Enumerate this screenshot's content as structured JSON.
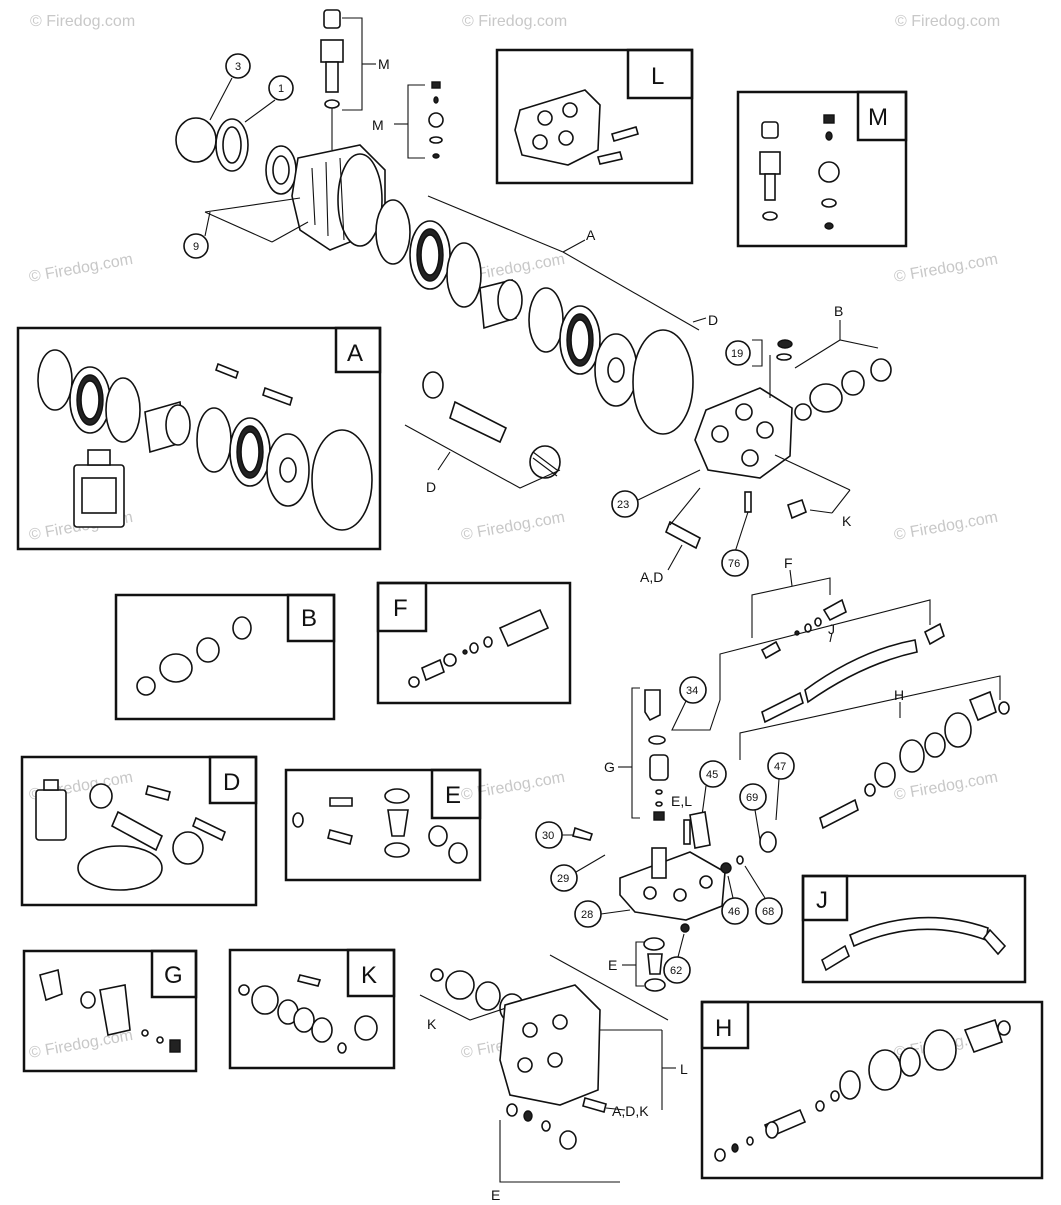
{
  "watermark": "© Firedog.com",
  "kit_boxes": [
    {
      "letter": "A"
    },
    {
      "letter": "B"
    },
    {
      "letter": "D"
    },
    {
      "letter": "E"
    },
    {
      "letter": "F"
    },
    {
      "letter": "G"
    },
    {
      "letter": "H"
    },
    {
      "letter": "J"
    },
    {
      "letter": "K"
    },
    {
      "letter": "L"
    },
    {
      "letter": "M"
    }
  ],
  "part_numbers": [
    "3",
    "1",
    "9",
    "19",
    "23",
    "76",
    "34",
    "45",
    "47",
    "69",
    "30",
    "29",
    "28",
    "46",
    "68",
    "62"
  ],
  "callout_letters": {
    "m_top": "M",
    "m_mid": "M",
    "a": "A",
    "d_upper": "D",
    "d_lower": "D",
    "b": "B",
    "k_right": "K",
    "ad": "A,D",
    "f": "F",
    "j": "J",
    "h": "H",
    "g": "G",
    "el": "E,L",
    "e": "E",
    "k_left": "K",
    "l": "L",
    "adk": "A,D,K",
    "e_bottom": "E"
  }
}
